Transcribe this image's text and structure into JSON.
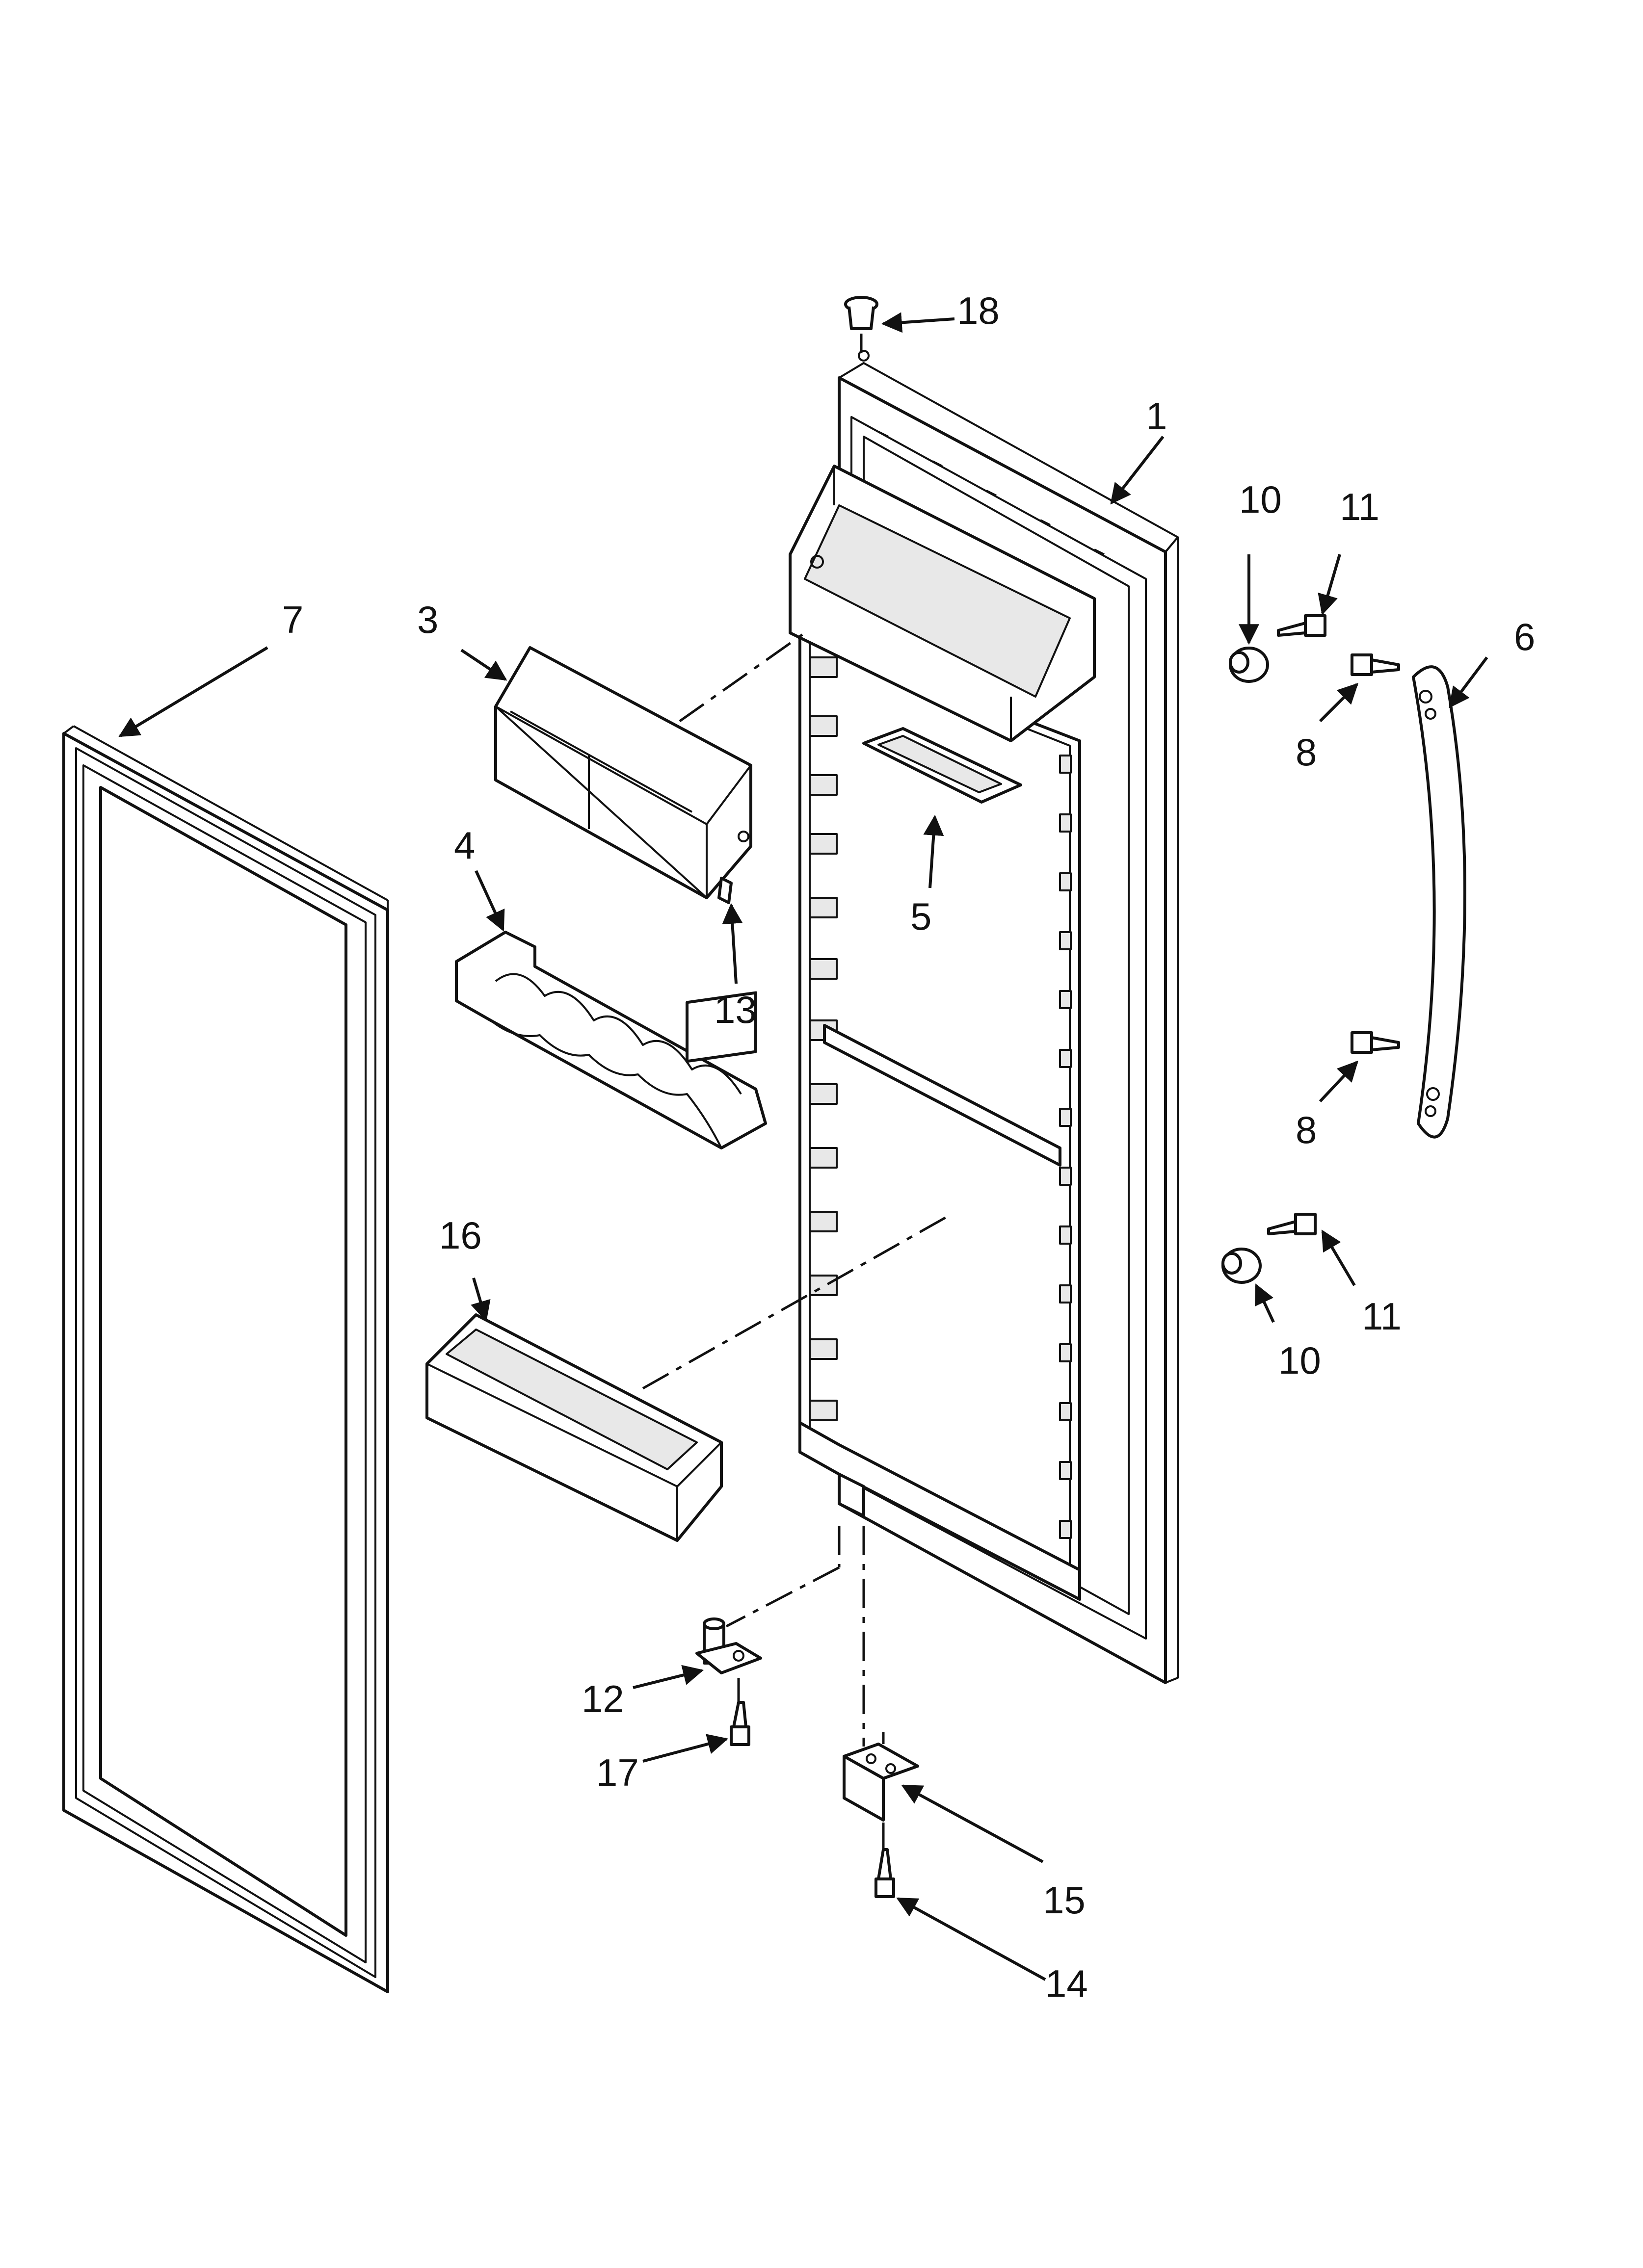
{
  "diagram": {
    "callouts": [
      {
        "id": "1",
        "text": "1"
      },
      {
        "id": "3",
        "text": "3"
      },
      {
        "id": "4",
        "text": "4"
      },
      {
        "id": "5",
        "text": "5"
      },
      {
        "id": "6",
        "text": "6"
      },
      {
        "id": "7",
        "text": "7"
      },
      {
        "id": "8a",
        "text": "8"
      },
      {
        "id": "8b",
        "text": "8"
      },
      {
        "id": "10a",
        "text": "10"
      },
      {
        "id": "10b",
        "text": "10"
      },
      {
        "id": "11a",
        "text": "11"
      },
      {
        "id": "11b",
        "text": "11"
      },
      {
        "id": "12",
        "text": "12"
      },
      {
        "id": "13",
        "text": "13"
      },
      {
        "id": "14",
        "text": "14"
      },
      {
        "id": "15",
        "text": "15"
      },
      {
        "id": "16",
        "text": "16"
      },
      {
        "id": "17",
        "text": "17"
      },
      {
        "id": "18",
        "text": "18"
      }
    ]
  }
}
